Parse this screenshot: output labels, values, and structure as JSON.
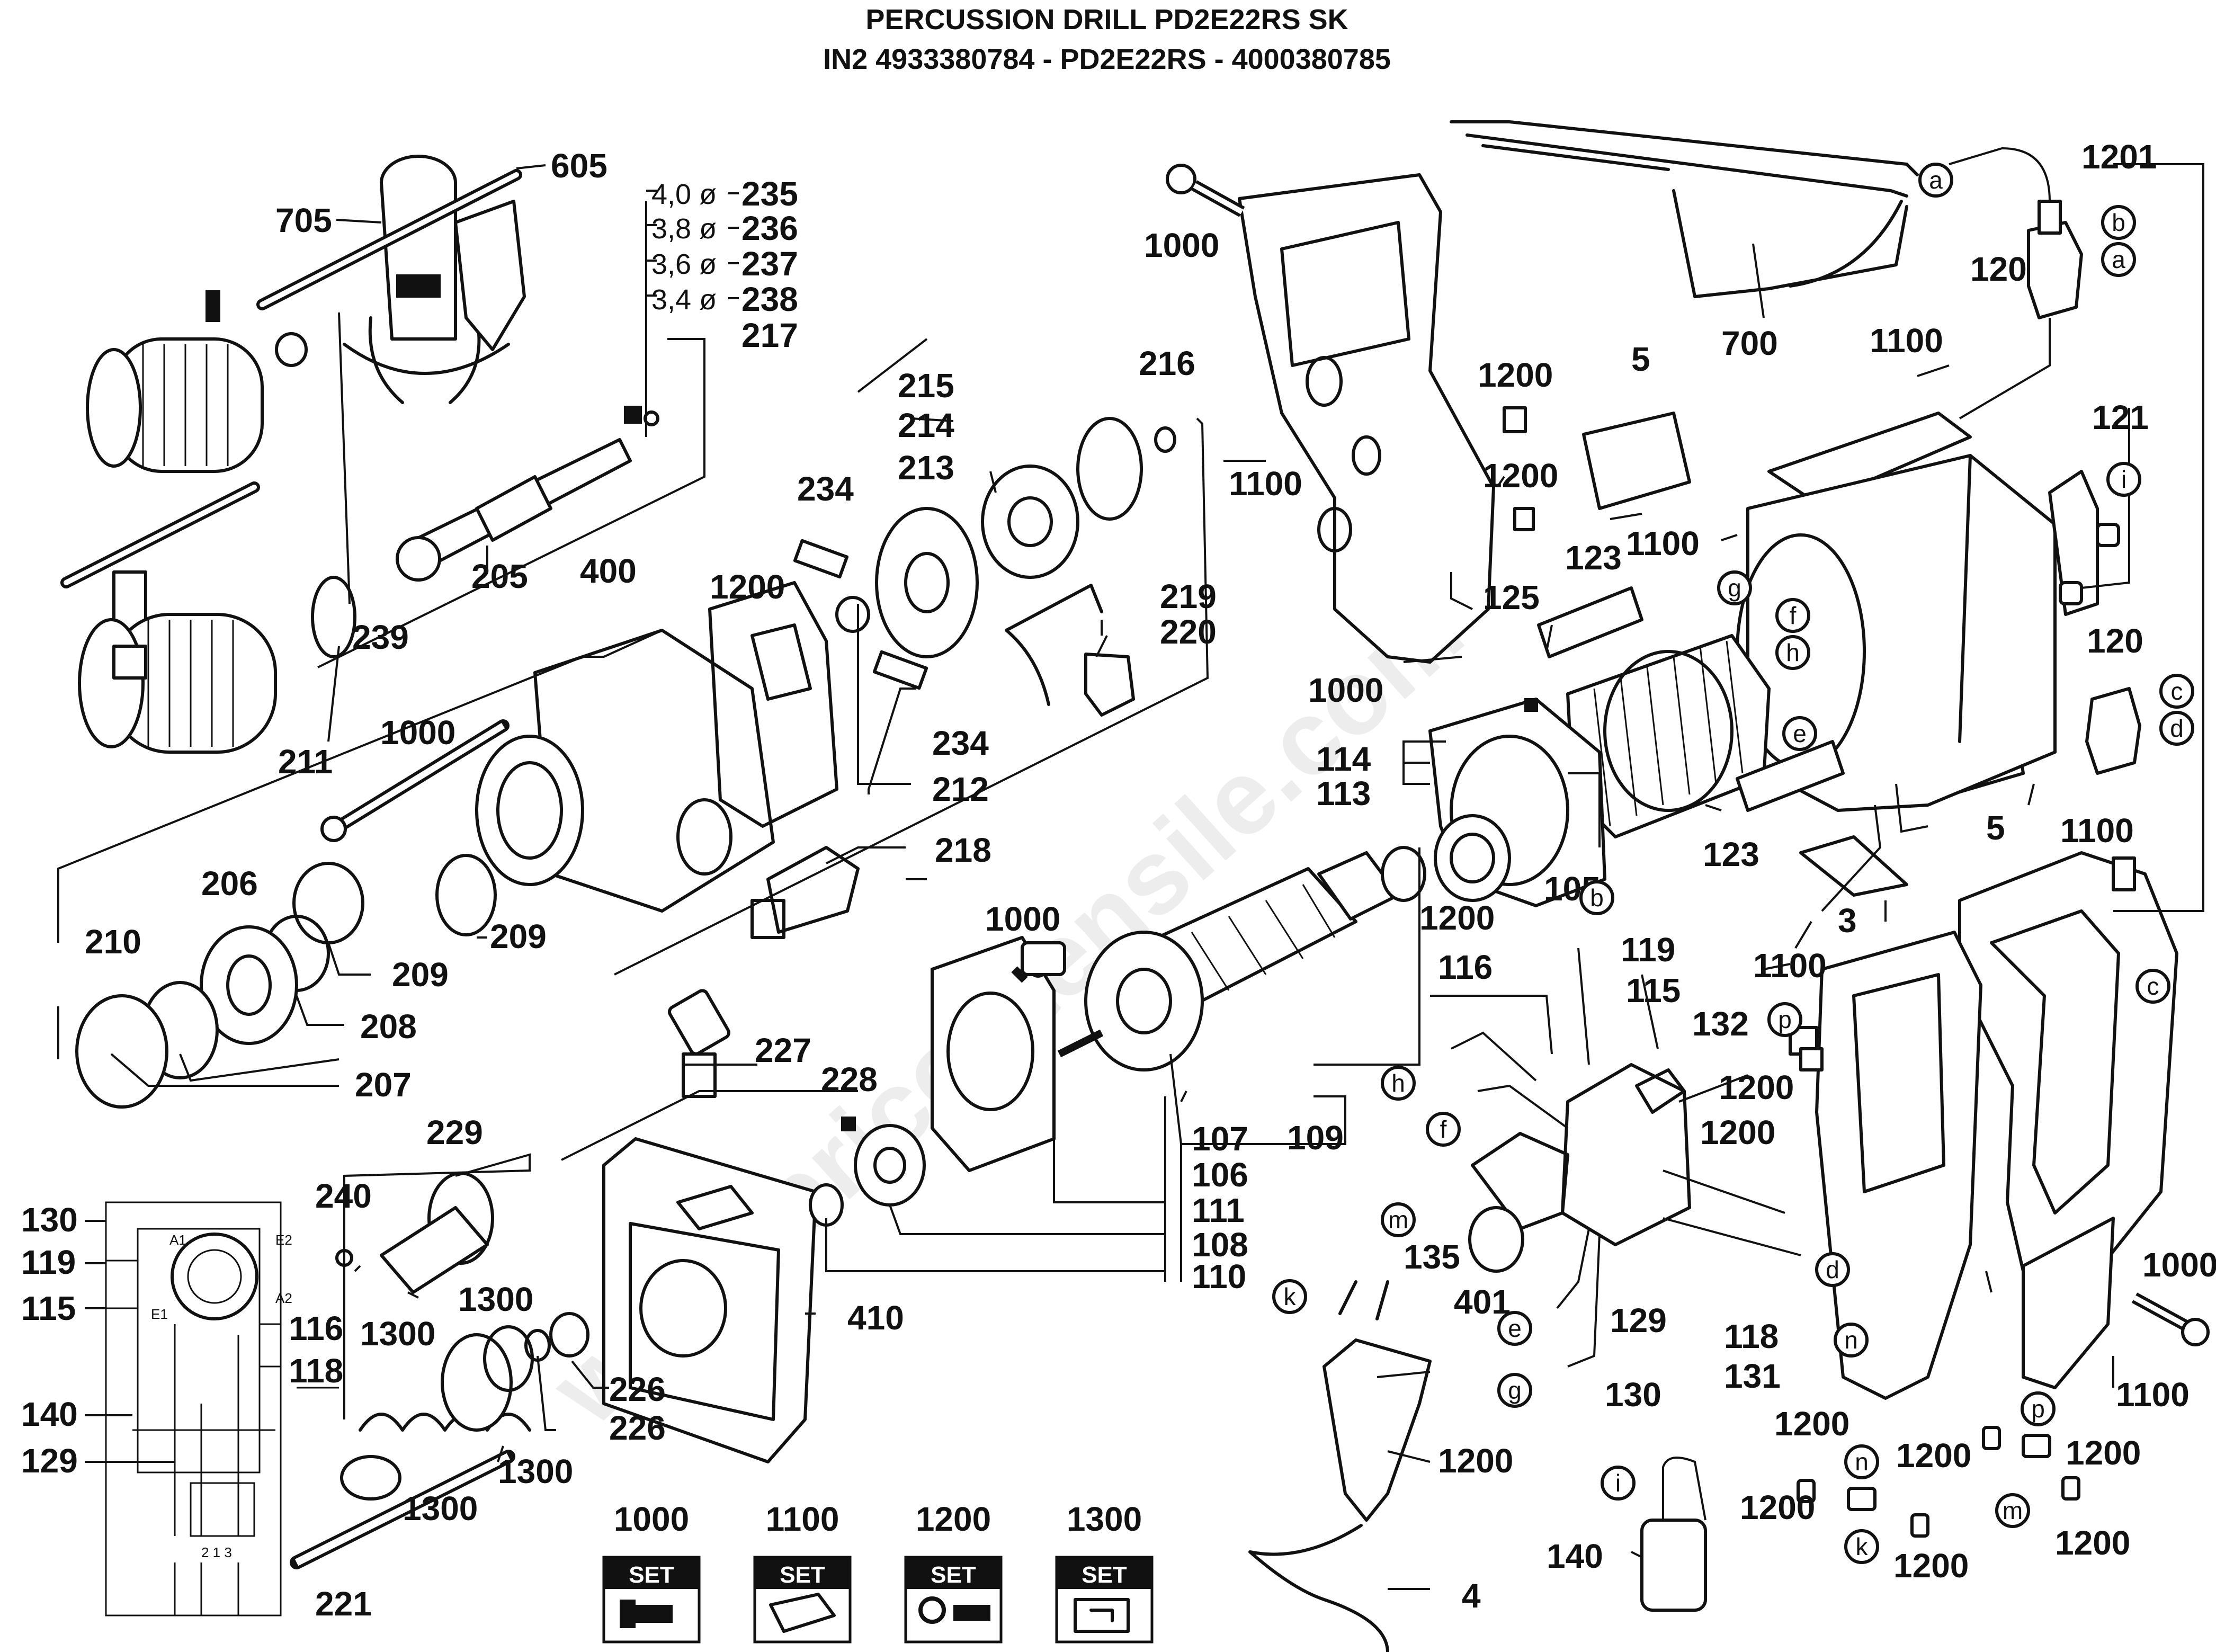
{
  "title": {
    "line1": "PERCUSSION DRILL PD2E22RS SK",
    "line2": "IN2 4933380784 - PD2E22RS - 4000380785"
  },
  "watermark": "www.bricoutensile.com",
  "diameter_list": [
    {
      "size": "4,0 ø",
      "part": "235"
    },
    {
      "size": "3,8 ø",
      "part": "236"
    },
    {
      "size": "3,6 ø",
      "part": "237"
    },
    {
      "size": "3,4 ø",
      "part": "238"
    }
  ],
  "part_labels": {
    "p605": "605",
    "p705": "705",
    "p217": "217",
    "p205": "205",
    "p239": "239",
    "p400": "400",
    "p211": "211",
    "p1000a": "1000",
    "p234a": "234",
    "p1200a": "1200",
    "p215": "215",
    "p214": "214",
    "p213": "213",
    "p216": "216",
    "p219": "219",
    "p220": "220",
    "p234b": "234",
    "p212": "212",
    "p218": "218",
    "p206": "206",
    "p209a": "209",
    "p209b": "209",
    "p210": "210",
    "p208": "208",
    "p207": "207",
    "p1000b": "1000",
    "p1100a": "1100",
    "p1200b": "1200",
    "p1200c": "1200",
    "p125": "125",
    "p123a": "123",
    "p1100b": "1100",
    "p1000c": "1000",
    "p114": "114",
    "p113": "113",
    "p105": "105",
    "p123b": "123",
    "p1200d": "1200",
    "p700": "700",
    "p1201": "1201",
    "p120a": "120",
    "p1100c": "1100",
    "p5a": "5",
    "p121": "121",
    "p120b": "120",
    "p5b": "5",
    "p1100d": "1100",
    "p3": "3",
    "p1000d": "1000",
    "p109": "109",
    "p107": "107",
    "p106": "106",
    "p111": "111",
    "p108": "108",
    "p110": "110",
    "p227": "227",
    "p228": "228",
    "p229": "229",
    "p240": "240",
    "p410": "410",
    "p1300a": "1300",
    "p1300b": "1300",
    "p226a": "226",
    "p226b": "226",
    "p1300c": "1300",
    "p1300d": "1300",
    "p221": "221",
    "p116": "116",
    "p119": "119",
    "p115": "115",
    "p132": "132",
    "p1200e": "1200",
    "p1100e": "1100",
    "p1200f": "1200",
    "p135": "135",
    "p401": "401",
    "p129": "129",
    "p118": "118",
    "p131": "131",
    "p130": "130",
    "p1200g": "1200",
    "p4": "4",
    "p140": "140",
    "p1000e": "1000",
    "p1100f": "1100",
    "p1200h": "1200",
    "p1200i": "1200",
    "p1200j": "1200",
    "p1200k": "1200",
    "p1200l": "1200",
    "p1200m": "1200",
    "s130": "130",
    "s119": "119",
    "s115": "115",
    "s116": "116",
    "s118": "118",
    "s140": "140",
    "s129": "129"
  },
  "wire_letters": {
    "a1": "a",
    "b1": "b",
    "a2": "a",
    "i1": "i",
    "g1": "g",
    "f1": "f",
    "h1": "h",
    "e1": "e",
    "c1": "c",
    "d1": "d",
    "b2": "b",
    "c2": "c",
    "p1": "p",
    "h2": "h",
    "f2": "f",
    "m1": "m",
    "k1": "k",
    "e2": "e",
    "g2": "g",
    "d2": "d",
    "n1": "n",
    "i2": "i",
    "n2": "n",
    "k2": "k",
    "p2": "p",
    "m2": "m"
  },
  "schematic_terminals": [
    "A1",
    "E2",
    "A2",
    "E1"
  ],
  "switch_terminals": "2 1 3",
  "service_sets": [
    {
      "number": "1000",
      "badge": "SET"
    },
    {
      "number": "1100",
      "badge": "SET"
    },
    {
      "number": "1200",
      "badge": "SET"
    },
    {
      "number": "1300",
      "badge": "SET"
    }
  ]
}
